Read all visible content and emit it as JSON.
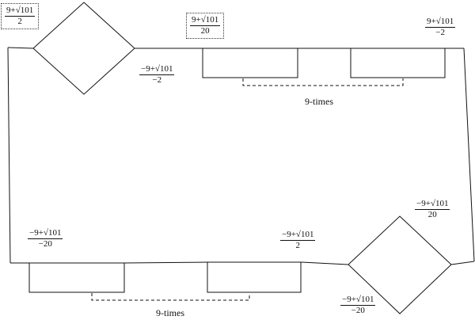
{
  "labels": {
    "top_left_boxed": {
      "num": "9+√101",
      "den": "2"
    },
    "top_center_boxed": {
      "num": "9+√101",
      "den": "20"
    },
    "top_right": {
      "num": "9+√101",
      "den": "−2"
    },
    "top_left_mid": {
      "num": "−9+√101",
      "den": "−2"
    },
    "right_mid": {
      "num": "−9+√101",
      "den": "20"
    },
    "bottom_left": {
      "num": "−9+√101",
      "den": "−20"
    },
    "bottom_center": {
      "num": "−9+√101",
      "den": "2"
    },
    "bottom_right": {
      "num": "−9+√101",
      "den": "−20"
    }
  },
  "captions": {
    "top_repeat": "9-times",
    "bottom_repeat": "9-times"
  }
}
